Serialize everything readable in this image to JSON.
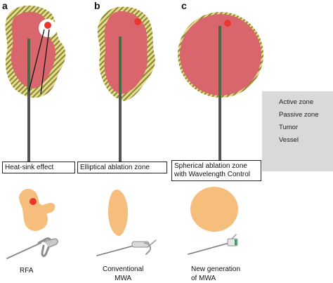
{
  "panels": {
    "a": {
      "letter": "a",
      "caption": "Heat-sink effect",
      "device_label": "RFA"
    },
    "b": {
      "letter": "b",
      "caption": "Elliptical ablation zone",
      "device_label_line1": "Conventional",
      "device_label_line2": "MWA"
    },
    "c": {
      "letter": "c",
      "caption_line1": "Spherical ablation zone",
      "caption_line2": "with Wavelength Control",
      "device_label_line1": "New generation",
      "device_label_line2": "of MWA"
    }
  },
  "legend": {
    "items": [
      {
        "label": "Active zone",
        "icon": "active-zone-square",
        "color": "#c9474f"
      },
      {
        "label": "Passive zone",
        "icon": "passive-zone-hatched-square",
        "color": "#a8a23c"
      },
      {
        "label": "Tumor",
        "icon": "tumor-dot",
        "color": "#ffffff"
      },
      {
        "label": "Vessel",
        "icon": "vessel-dot",
        "color": "#e8372f"
      }
    ]
  },
  "colors": {
    "active_zone": "#d9656d",
    "passive_zone_base": "#e0d98a",
    "passive_zone_stripe": "#8a8330",
    "vessel": "#e8372f",
    "ablation_shape": "#f6be7c",
    "needle": "#555555",
    "legend_bg": "#d9d9d9"
  }
}
